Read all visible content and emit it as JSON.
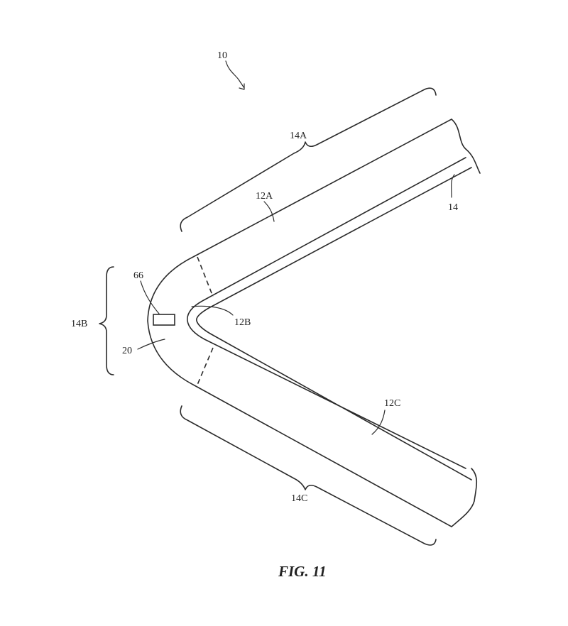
{
  "figure": {
    "caption": "FIG. 11",
    "labels": {
      "device": "10",
      "housing_a": "14A",
      "housing_b": "14B",
      "housing_c": "14C",
      "display_a": "12A",
      "display_b": "12B",
      "display_c": "12C",
      "housing": "14",
      "component": "66",
      "region": "20"
    }
  }
}
